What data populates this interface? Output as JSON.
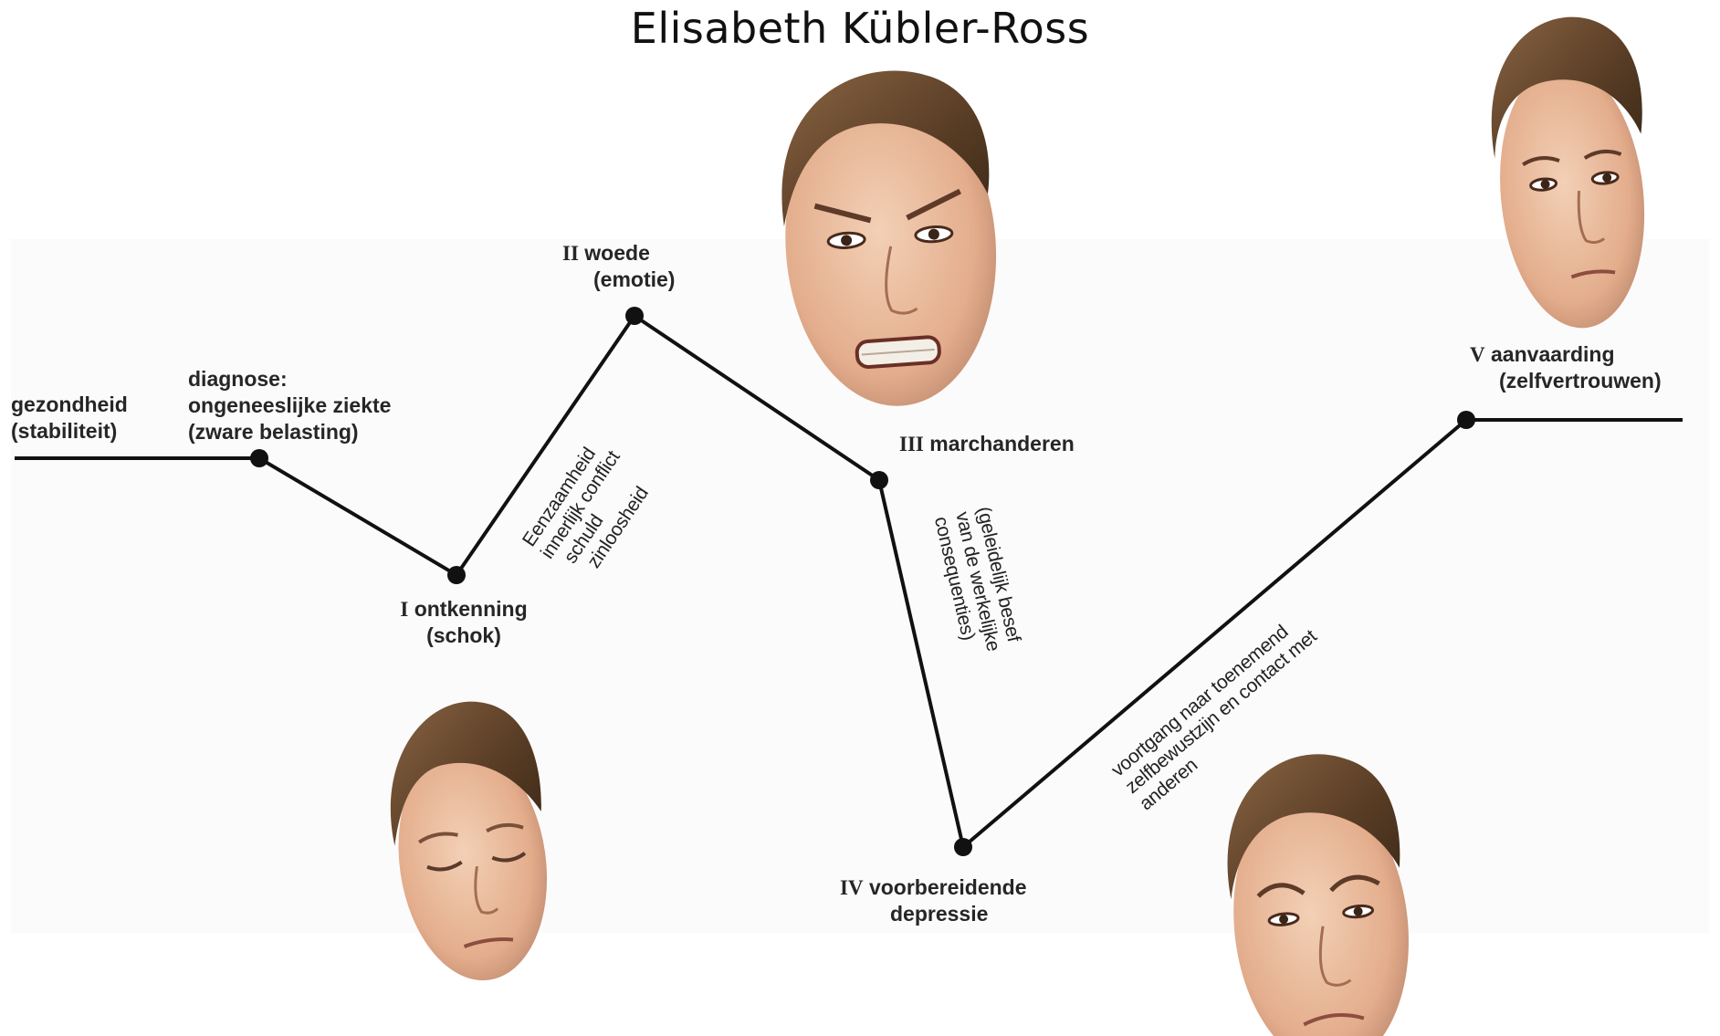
{
  "title": "Elisabeth Kübler-Ross",
  "labels": {
    "start_line1": "gezondheid",
    "start_line2": "(stabiliteit)",
    "diagnosis_line1": "diagnose:",
    "diagnosis_line2": "ongeneeslijke ziekte",
    "diagnosis_line3": "(zware belasting)",
    "stage1_roman": "I",
    "stage1_name": "ontkenning",
    "stage1_sub": "(schok)",
    "stage2_roman": "II",
    "stage2_name": "woede",
    "stage2_sub": "(emotie)",
    "stage3_roman": "III",
    "stage3_name": "marchanderen",
    "stage4_roman": "IV",
    "stage4_name": "voorbereidende",
    "stage4_sub": "depressie",
    "stage5_roman": "V",
    "stage5_name": "aanvaarding",
    "stage5_sub": "(zelfvertrouwen)"
  },
  "annotations": {
    "rise_line1": "Eenzaamheid",
    "rise_line2": "innerlijk conflict",
    "rise_line3": "schuld",
    "rise_line4": "zinloosheid",
    "fall_line1": "(geleidelijk besef",
    "fall_line2": "van de werkelijke",
    "fall_line3": "consequenties)",
    "climb_line1": "voortgang naar toenemend",
    "climb_line2": "zelfbewustzijn en contact met",
    "climb_line3": "anderen"
  },
  "faces": [
    {
      "stage": "ontkenning",
      "expression": "eyes-closed"
    },
    {
      "stage": "woede",
      "expression": "angry"
    },
    {
      "stage": "depressie",
      "expression": "frowning"
    },
    {
      "stage": "aanvaarding",
      "expression": "calm"
    }
  ],
  "colors": {
    "line": "#111111",
    "skin": "#e8b99a",
    "hair": "#6b4a2e"
  }
}
